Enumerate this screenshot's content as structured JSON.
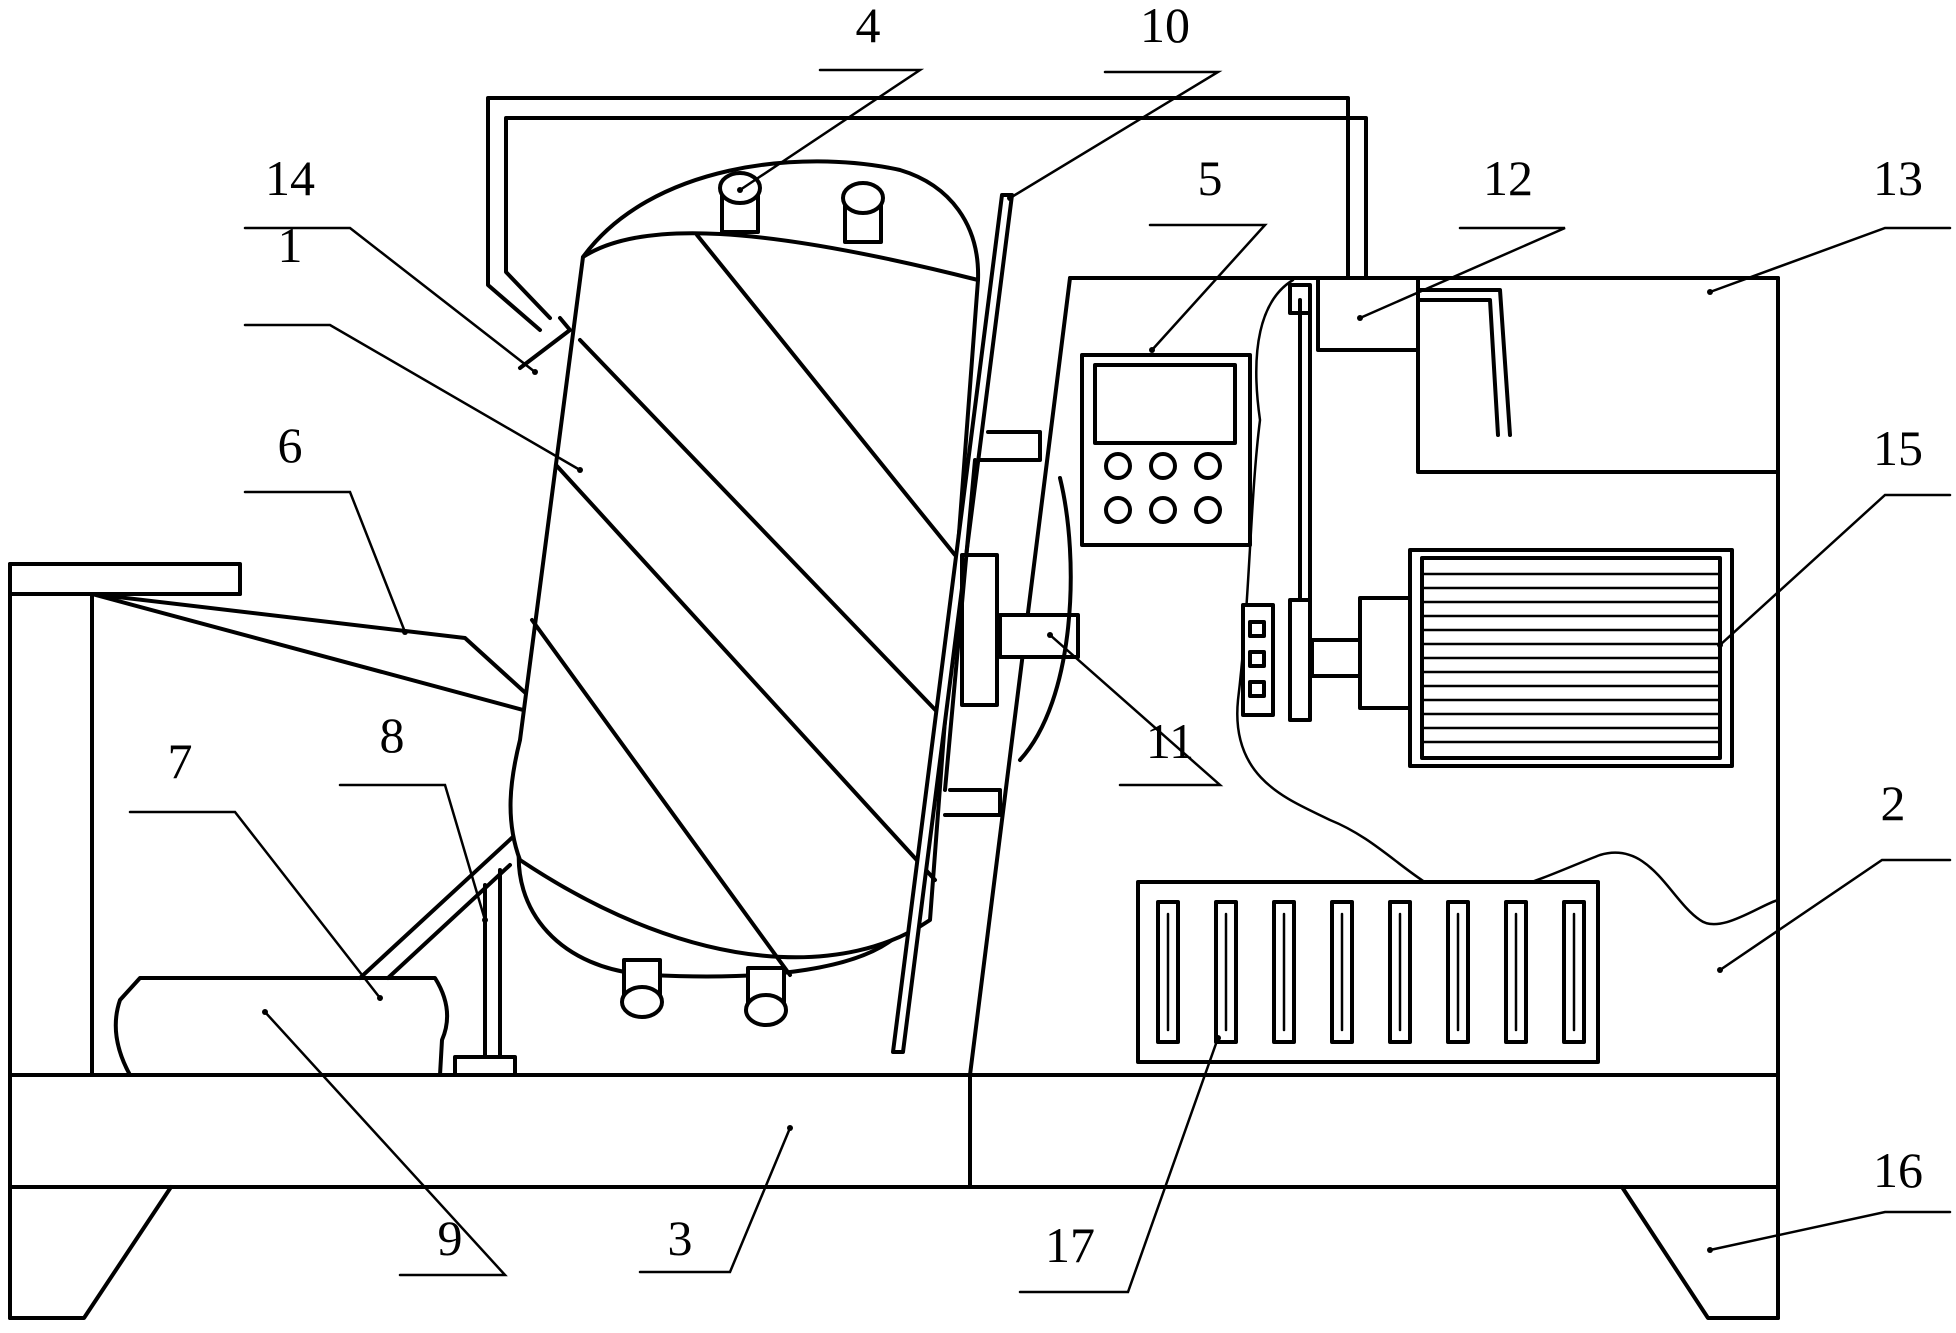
{
  "diagram": {
    "labels": [
      "1",
      "2",
      "3",
      "4",
      "5",
      "6",
      "7",
      "8",
      "9",
      "10",
      "11",
      "12",
      "13",
      "14",
      "15",
      "16",
      "17"
    ],
    "colors": {
      "line": "#000000",
      "background": "#ffffff"
    },
    "panel_buttons": 6,
    "vent_slots": 8
  }
}
